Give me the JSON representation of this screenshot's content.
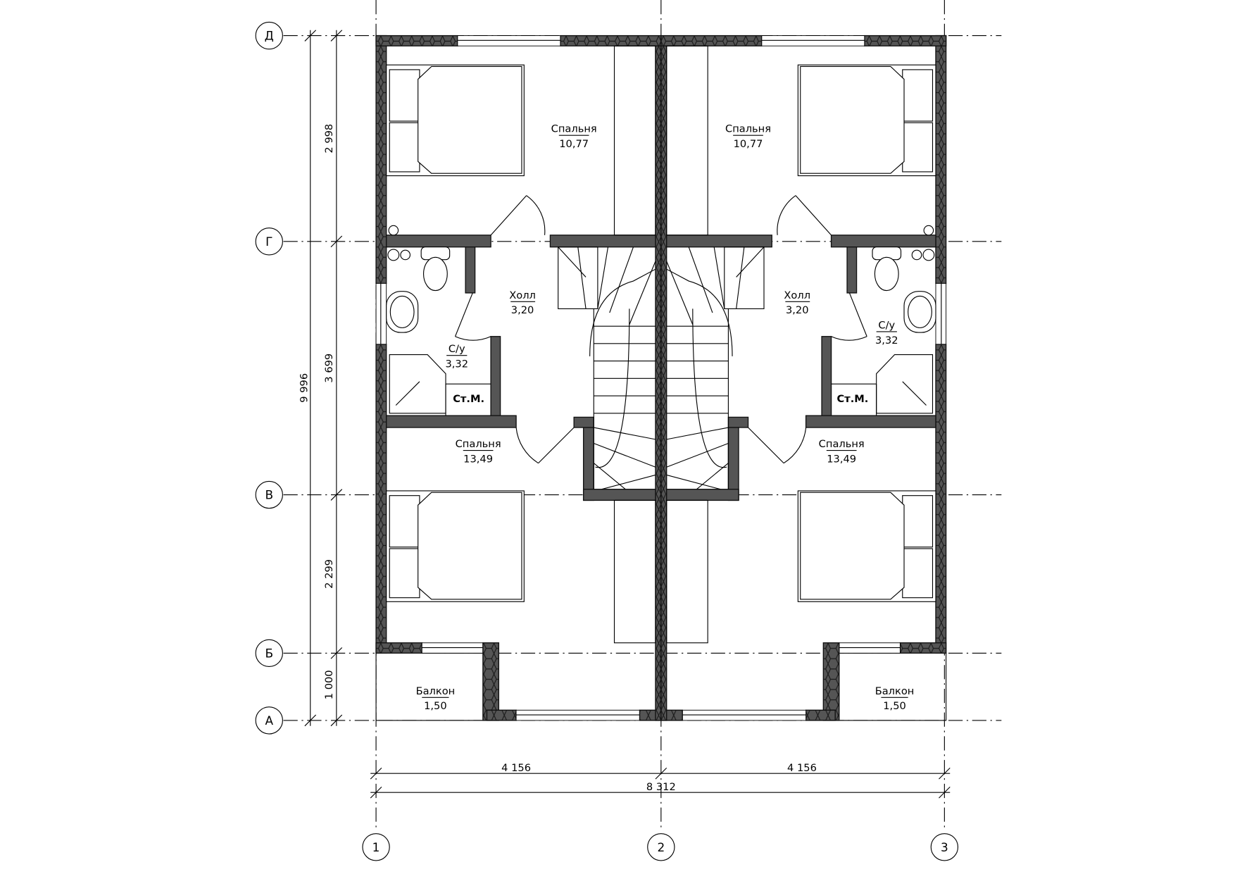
{
  "axes": {
    "rows": [
      "Д",
      "Г",
      "В",
      "Б",
      "А"
    ],
    "columns": [
      "1",
      "2",
      "3"
    ]
  },
  "dimensions": {
    "vertical_total": "9 996",
    "vertical_segments": [
      "2 998",
      "3 699",
      "2 299",
      "1 000"
    ],
    "horizontal_segments": [
      "4 156",
      "4 156"
    ],
    "horizontal_total": "8 312"
  },
  "rooms": {
    "left": {
      "bedroom_top": {
        "name": "Спальня",
        "area": "10,77"
      },
      "hall": {
        "name": "Холл",
        "area": "3,20"
      },
      "bathroom": {
        "name": "С/у",
        "area": "3,32"
      },
      "washer": "Ст.М.",
      "bedroom_bottom": {
        "name": "Спальня",
        "area": "13,49"
      },
      "balcony": {
        "name": "Балкон",
        "area": "1,50"
      }
    },
    "right": {
      "bedroom_top": {
        "name": "Спальня",
        "area": "10,77"
      },
      "hall": {
        "name": "Холл",
        "area": "3,20"
      },
      "bathroom": {
        "name": "С/у",
        "area": "3,32"
      },
      "washer": "Ст.М.",
      "bedroom_bottom": {
        "name": "Спальня",
        "area": "13,49"
      },
      "balcony": {
        "name": "Балкон",
        "area": "1,50"
      }
    }
  },
  "colors": {
    "wall": "#555555",
    "line": "#000000",
    "background": "#ffffff"
  }
}
